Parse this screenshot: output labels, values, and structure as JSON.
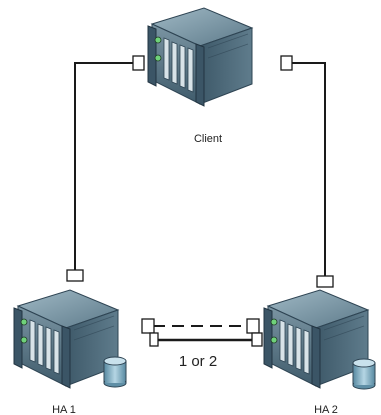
{
  "nodes": {
    "client": {
      "label": "Client",
      "icon": "server-icon"
    },
    "ha1": {
      "label": "HA 1",
      "icon": "server-database-icon"
    },
    "ha2": {
      "label": "HA 2",
      "icon": "server-database-icon"
    }
  },
  "links": {
    "client_ha1": {
      "style": "solid"
    },
    "client_ha2": {
      "style": "solid"
    },
    "ha_link_dashed": {
      "style": "dashed"
    },
    "ha_link_solid": {
      "style": "solid"
    },
    "ha_link_label": "1 or 2"
  },
  "colors": {
    "line": "#1a1a1a",
    "server_top": "#6c8a9a",
    "server_front": "#4e6a7a",
    "server_side": "#3a5566",
    "accent": "#7fb5c9"
  }
}
